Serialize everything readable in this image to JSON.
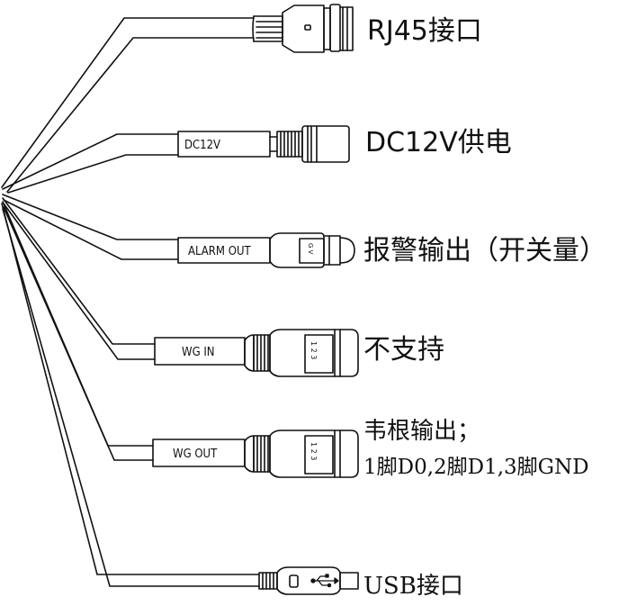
{
  "connectors": {
    "rj45": {
      "label": "RJ45接口"
    },
    "dc12v": {
      "label": "DC12V供电",
      "tag": "DC12V"
    },
    "alarm": {
      "label": "报警输出（开关量）",
      "tag": "ALARM OUT",
      "pins": "G V"
    },
    "wg_in": {
      "label": "不支持",
      "tag": "WG IN",
      "pins": "1 2 3"
    },
    "wg_out": {
      "label_line1": "韦根输出；",
      "label_line2": "1脚D0,2脚D1,3脚GND",
      "tag": "WG OUT",
      "pins": "1 2 3"
    },
    "usb": {
      "label": "USB接口"
    }
  }
}
